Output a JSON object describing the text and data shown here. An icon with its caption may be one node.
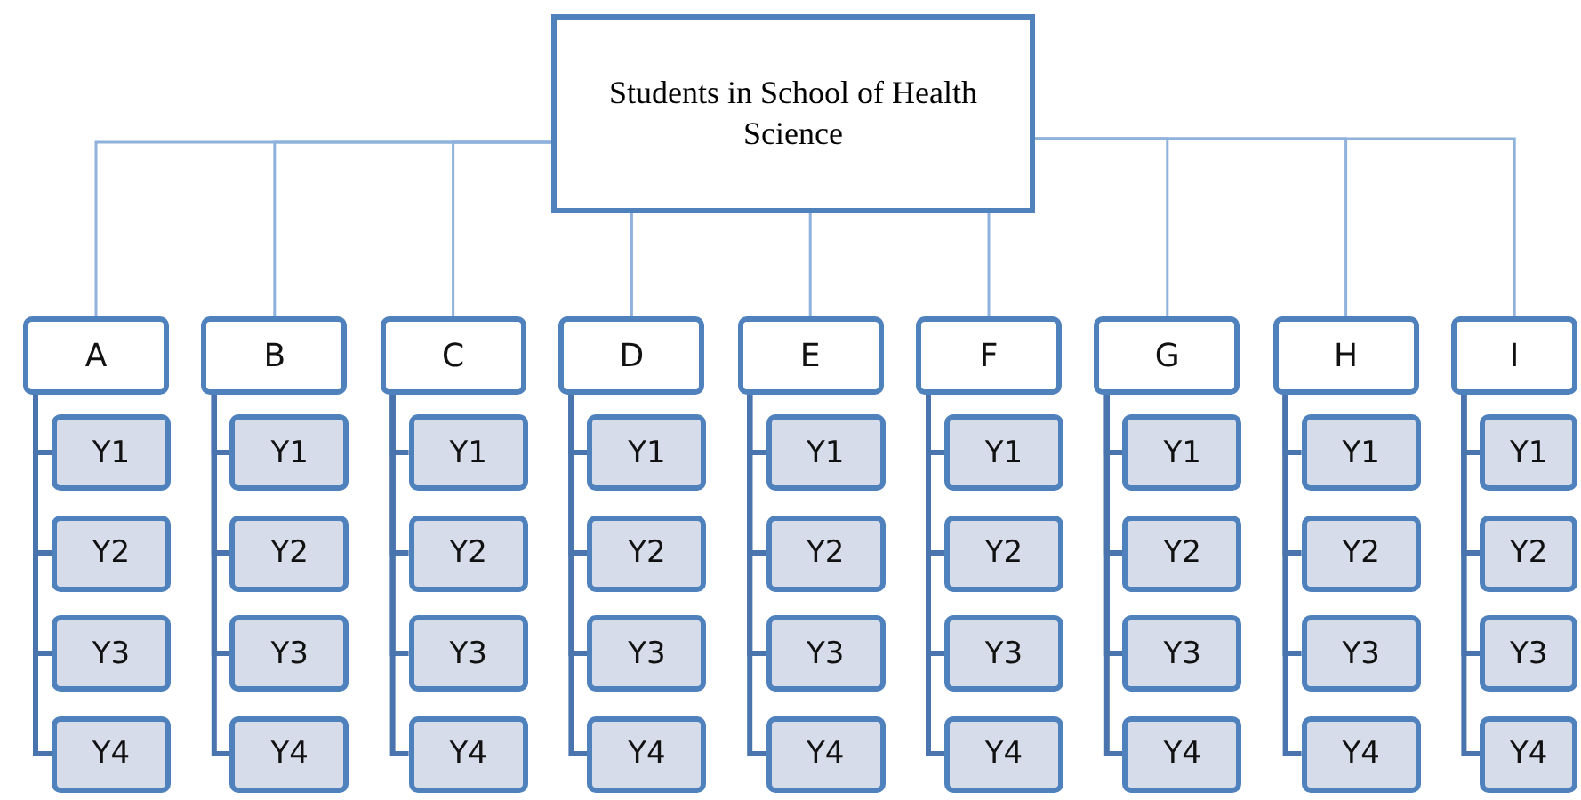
{
  "diagram": {
    "nodes": [
      {
        "text": [
          "Students in School of Health Science"
        ]
      },
      {
        "text": [
          "A"
        ]
      },
      {
        "text": [
          "Y1"
        ]
      },
      {
        "text": [
          "Y2"
        ]
      },
      {
        "text": [
          "Y3"
        ]
      },
      {
        "text": [
          "Y4"
        ]
      },
      {
        "text": [
          "B"
        ]
      },
      {
        "text": [
          "Y1"
        ]
      },
      {
        "text": [
          "Y2"
        ]
      },
      {
        "text": [
          "Y3"
        ]
      },
      {
        "text": [
          "Y4"
        ]
      },
      {
        "text": [
          "C"
        ]
      },
      {
        "text": [
          "Y1"
        ]
      },
      {
        "text": [
          "Y2"
        ]
      },
      {
        "text": [
          "Y3"
        ]
      },
      {
        "text": [
          "Y4"
        ]
      },
      {
        "text": [
          "D"
        ]
      },
      {
        "text": [
          "Y1"
        ]
      },
      {
        "text": [
          "Y2"
        ]
      },
      {
        "text": [
          "Y3"
        ]
      },
      {
        "text": [
          "Y4"
        ]
      },
      {
        "text": [
          "E"
        ]
      },
      {
        "text": [
          "Y1"
        ]
      },
      {
        "text": [
          "Y2"
        ]
      },
      {
        "text": [
          "Y3"
        ]
      },
      {
        "text": [
          "Y4"
        ]
      },
      {
        "text": [
          "F"
        ]
      },
      {
        "text": [
          "Y1"
        ]
      },
      {
        "text": [
          "Y2"
        ]
      },
      {
        "text": [
          "Y3"
        ]
      },
      {
        "text": [
          "Y4"
        ]
      },
      {
        "text": [
          "G"
        ]
      },
      {
        "text": [
          "Y1"
        ]
      },
      {
        "text": [
          "Y2"
        ]
      },
      {
        "text": [
          "Y3"
        ]
      },
      {
        "text": [
          "Y4"
        ]
      },
      {
        "text": [
          "H"
        ]
      },
      {
        "text": [
          "Y1"
        ]
      },
      {
        "text": [
          "Y2"
        ]
      },
      {
        "text": [
          "Y3"
        ]
      },
      {
        "text": [
          "Y4"
        ]
      },
      {
        "text": [
          "I"
        ]
      },
      {
        "text": [
          "Y1"
        ]
      },
      {
        "text": [
          "Y2"
        ]
      },
      {
        "text": [
          "Y3"
        ]
      },
      {
        "text": [
          "Y4"
        ]
      }
    ],
    "edges": [
      {
        "from": 0,
        "to": 1,
        "arrow": "none",
        "color": "#8fb2dc"
      },
      {
        "from": 0,
        "to": 6,
        "arrow": "none",
        "color": "#8fb2dc"
      },
      {
        "from": 0,
        "to": 11,
        "arrow": "none",
        "color": "#8fb2dc"
      },
      {
        "from": 0,
        "to": 16,
        "arrow": "none",
        "color": "#8fb2dc"
      },
      {
        "from": 0,
        "to": 21,
        "arrow": "none",
        "color": "#8fb2dc"
      },
      {
        "from": 0,
        "to": 26,
        "arrow": "none",
        "color": "#8fb2dc"
      },
      {
        "from": 0,
        "to": 31,
        "arrow": "none",
        "color": "#8fb2dc"
      },
      {
        "from": 0,
        "to": 36,
        "arrow": "none",
        "color": "#8fb2dc"
      },
      {
        "from": 0,
        "to": 41,
        "arrow": "none",
        "color": "#8fb2dc"
      },
      {
        "from": 1,
        "to": 2,
        "arrow": "none"
      },
      {
        "from": 1,
        "to": 3,
        "arrow": "none"
      },
      {
        "from": 1,
        "to": 4,
        "arrow": "none"
      },
      {
        "from": 1,
        "to": 5,
        "arrow": "none"
      },
      {
        "from": 6,
        "to": 7,
        "arrow": "none"
      },
      {
        "from": 6,
        "to": 8,
        "arrow": "none"
      },
      {
        "from": 6,
        "to": 9,
        "arrow": "none"
      },
      {
        "from": 6,
        "to": 10,
        "arrow": "none"
      },
      {
        "from": 11,
        "to": 12,
        "arrow": "none"
      },
      {
        "from": 11,
        "to": 13,
        "arrow": "none"
      },
      {
        "from": 11,
        "to": 14,
        "arrow": "none"
      },
      {
        "from": 11,
        "to": 15,
        "arrow": "none"
      },
      {
        "from": 16,
        "to": 17,
        "arrow": "none"
      },
      {
        "from": 16,
        "to": 18,
        "arrow": "none"
      },
      {
        "from": 16,
        "to": 19,
        "arrow": "none"
      },
      {
        "from": 16,
        "to": 20,
        "arrow": "none"
      },
      {
        "from": 21,
        "to": 22,
        "arrow": "none"
      },
      {
        "from": 21,
        "to": 23,
        "arrow": "none"
      },
      {
        "from": 21,
        "to": 24,
        "arrow": "none"
      },
      {
        "from": 21,
        "to": 25,
        "arrow": "none"
      },
      {
        "from": 26,
        "to": 27,
        "arrow": "none"
      },
      {
        "from": 26,
        "to": 28,
        "arrow": "none"
      },
      {
        "from": 26,
        "to": 29,
        "arrow": "none"
      },
      {
        "from": 26,
        "to": 30,
        "arrow": "none"
      },
      {
        "from": 31,
        "to": 32,
        "arrow": "none"
      },
      {
        "from": 31,
        "to": 33,
        "arrow": "none"
      },
      {
        "from": 31,
        "to": 34,
        "arrow": "none"
      },
      {
        "from": 31,
        "to": 35,
        "arrow": "none"
      },
      {
        "from": 36,
        "to": 37,
        "arrow": "none"
      },
      {
        "from": 36,
        "to": 38,
        "arrow": "none"
      },
      {
        "from": 36,
        "to": 39,
        "arrow": "none"
      },
      {
        "from": 36,
        "to": 40,
        "arrow": "none"
      },
      {
        "from": 41,
        "to": 42,
        "arrow": "none"
      },
      {
        "from": 41,
        "to": 43,
        "arrow": "none"
      },
      {
        "from": 41,
        "to": 44,
        "arrow": "none"
      },
      {
        "from": 41,
        "to": 45,
        "arrow": "none"
      }
    ]
  }
}
